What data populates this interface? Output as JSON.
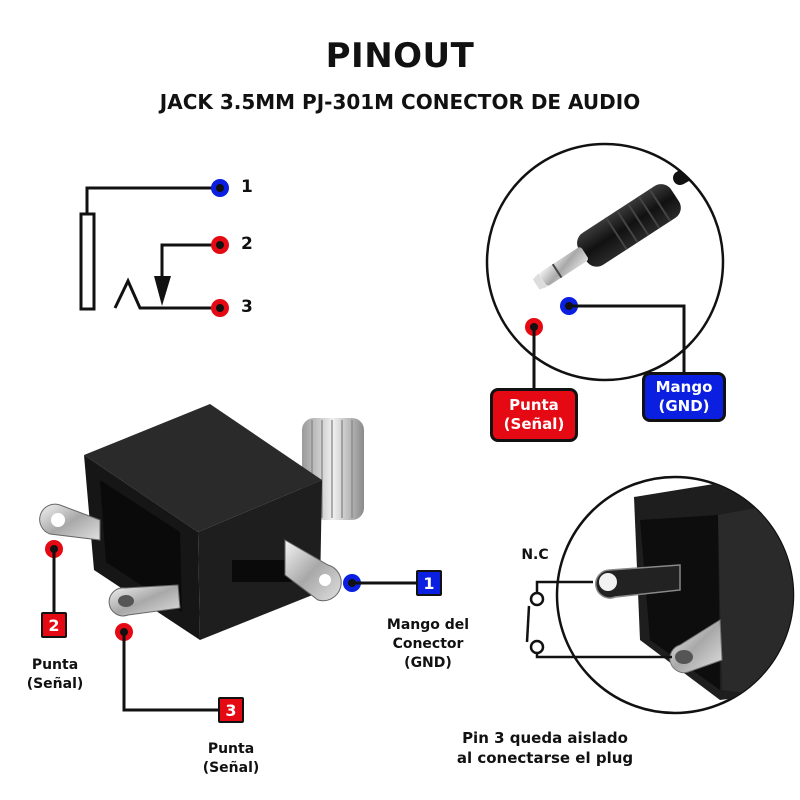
{
  "header": {
    "title": "PINOUT",
    "subtitle": "JACK 3.5MM PJ-301M CONECTOR DE AUDIO"
  },
  "colors": {
    "signal_red": "#e50914",
    "ground_blue": "#0a1fe0",
    "line_black": "#111111",
    "body_black": "#1c1c1c",
    "metal_silver": "#c8c8c8"
  },
  "schematic": {
    "pins": [
      {
        "number": "1",
        "color": "blue"
      },
      {
        "number": "2",
        "color": "red"
      },
      {
        "number": "3",
        "color": "red"
      }
    ]
  },
  "plug_detail": {
    "tip_label": "Punta\n(Señal)",
    "tip_line1": "Punta",
    "tip_line2": "(Señal)",
    "sleeve_line1": "Mango",
    "sleeve_line2": "(GND)"
  },
  "jack_photo": {
    "pin1": {
      "number": "1",
      "line1": "Mango del",
      "line2": "Conector",
      "line3": "(GND)"
    },
    "pin2": {
      "number": "2",
      "line1": "Punta",
      "line2": "(Señal)"
    },
    "pin3": {
      "number": "3",
      "line1": "Punta",
      "line2": "(Señal)"
    }
  },
  "nc_detail": {
    "label": "N.C",
    "note_line1": "Pin 3 queda aislado",
    "note_line2": "al conectarse el plug"
  }
}
